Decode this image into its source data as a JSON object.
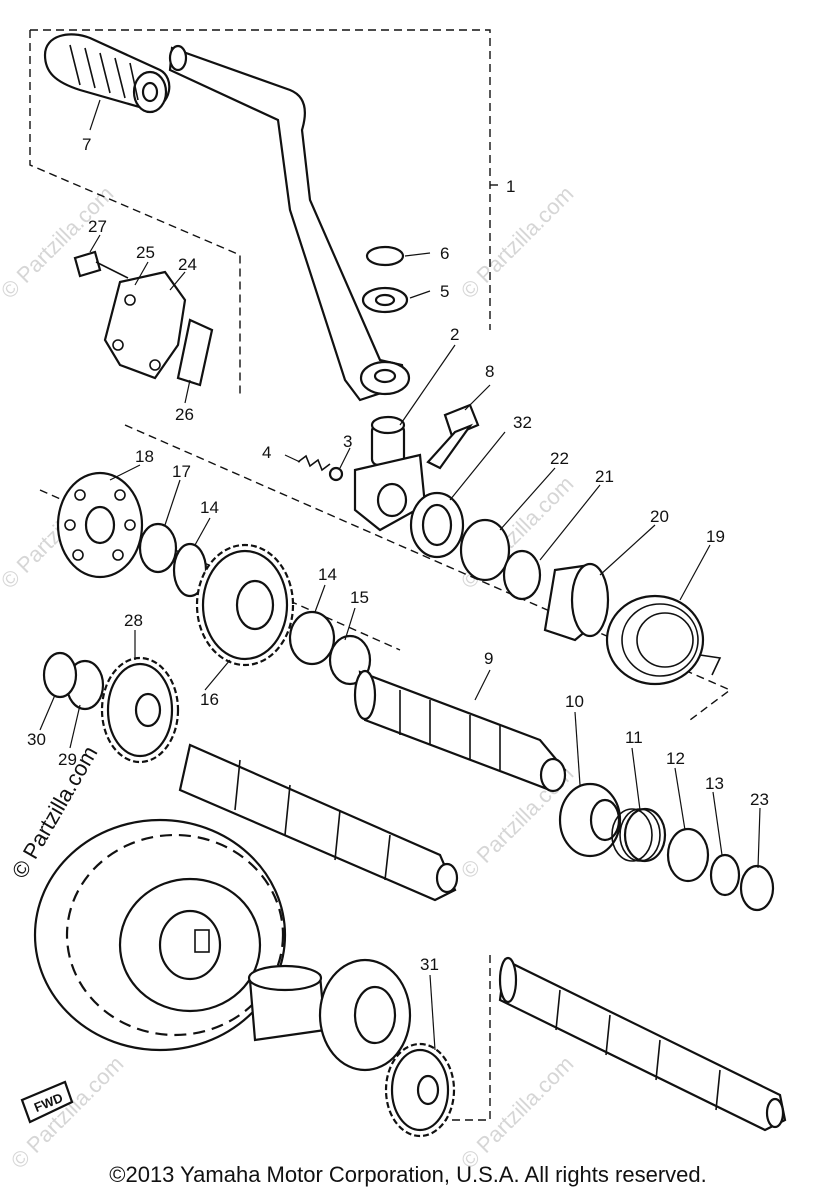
{
  "diagram": {
    "part_numbers": [
      "1",
      "2",
      "3",
      "4",
      "5",
      "6",
      "7",
      "8",
      "9",
      "10",
      "11",
      "12",
      "13",
      "14",
      "14",
      "15",
      "16",
      "17",
      "18",
      "19",
      "20",
      "21",
      "22",
      "23",
      "24",
      "25",
      "26",
      "27",
      "28",
      "29",
      "30",
      "31",
      "32"
    ],
    "fwd_badge": "FWD",
    "watermark": "© Partzilla.com",
    "copyright": "©2013  Yamaha Motor Corporation, U.S.A. All rights reserved."
  }
}
